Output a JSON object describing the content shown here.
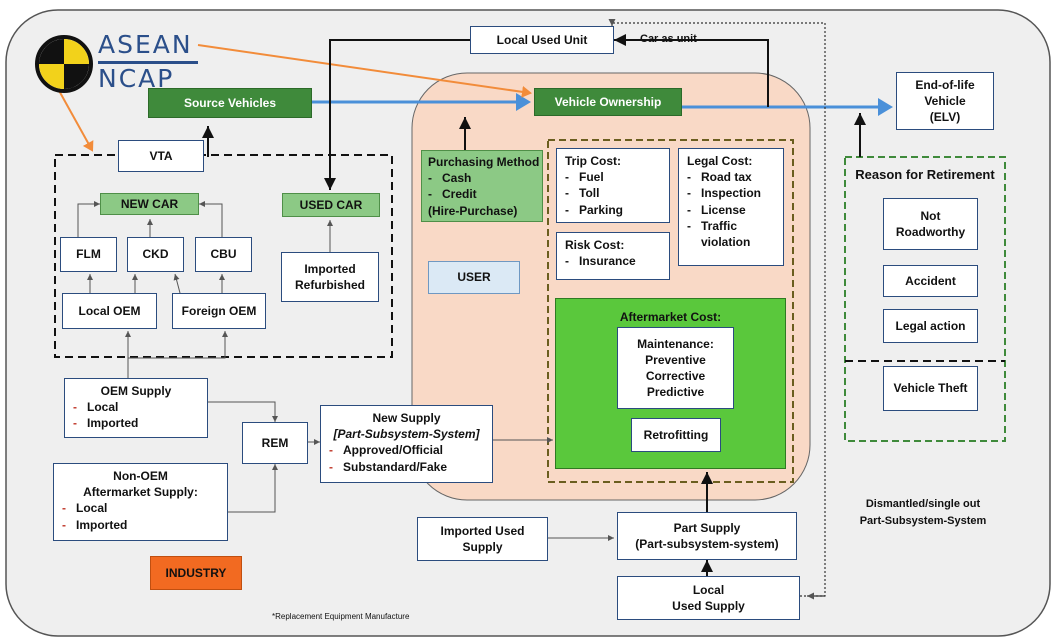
{
  "logo": {
    "top": "ASEAN",
    "bottom": "NCAP"
  },
  "colors": {
    "outer_border": "#555555",
    "user_region": "#f9d9c6",
    "blue_arrow": "#4a90d9",
    "orange_arrow": "#f28c3a",
    "accent_green": "#3f8a3b"
  },
  "top": {
    "local_used_unit": "Local Used Unit",
    "car_as_unit": "Car as unit"
  },
  "source_vehicles": "Source Vehicles",
  "vehicle_ownership": "Vehicle Ownership",
  "elv": {
    "line1": "End-of-life",
    "line2": "Vehicle",
    "line3": "(ELV)"
  },
  "vta": "VTA",
  "new_car": "NEW CAR",
  "used_car": "USED CAR",
  "flm": "FLM",
  "ckd": "CKD",
  "cbu": "CBU",
  "local_oem": "Local OEM",
  "foreign_oem": "Foreign OEM",
  "imported_refurbished": {
    "line1": "Imported",
    "line2": "Refurbished"
  },
  "purchasing": {
    "title": "Purchasing Method",
    "items": [
      "Cash",
      "Credit"
    ],
    "extra": "(Hire-Purchase)"
  },
  "user": "USER",
  "trip_cost": {
    "title": "Trip Cost:",
    "items": [
      "Fuel",
      "Toll",
      "Parking"
    ]
  },
  "legal_cost": {
    "title": "Legal Cost:",
    "items": [
      "Road tax",
      "Inspection",
      "License",
      "Traffic"
    ],
    "extra": "violation"
  },
  "risk_cost": {
    "title": "Risk Cost:",
    "items": [
      "Insurance"
    ]
  },
  "aftermarket": {
    "title": "Aftermarket Cost:",
    "maintenance_title": "Maintenance:",
    "maintenance_items": [
      "Preventive",
      "Corrective",
      "Predictive"
    ],
    "retrofitting": "Retrofitting"
  },
  "retirement": {
    "title": "Reason for Retirement",
    "not_roadworthy": {
      "line1": "Not",
      "line2": "Roadworthy"
    },
    "accident": "Accident",
    "legal_action": "Legal action",
    "vehicle_theft": "Vehicle Theft"
  },
  "oem_supply": {
    "title": "OEM Supply",
    "items": [
      "Local",
      "Imported"
    ]
  },
  "non_oem": {
    "line1": "Non-OEM",
    "line2": "Aftermarket Supply:",
    "items": [
      "Local",
      "Imported"
    ]
  },
  "rem": "REM",
  "new_supply": {
    "line1": "New Supply",
    "line2": "[Part-Subsystem-System]",
    "items": [
      "Approved/Official",
      "Substandard/Fake"
    ]
  },
  "imported_used_supply": {
    "line1": "Imported Used",
    "line2": "Supply"
  },
  "part_supply": {
    "line1": "Part Supply",
    "line2": "(Part-subsystem-system)"
  },
  "local_used_supply": {
    "line1": "Local",
    "line2": "Used Supply"
  },
  "industry": "INDUSTRY",
  "dismantled": {
    "line1": "Dismantled/single out",
    "line2": "Part-Subsystem-System"
  },
  "footnote": "*Replacement Equipment Manufacture"
}
